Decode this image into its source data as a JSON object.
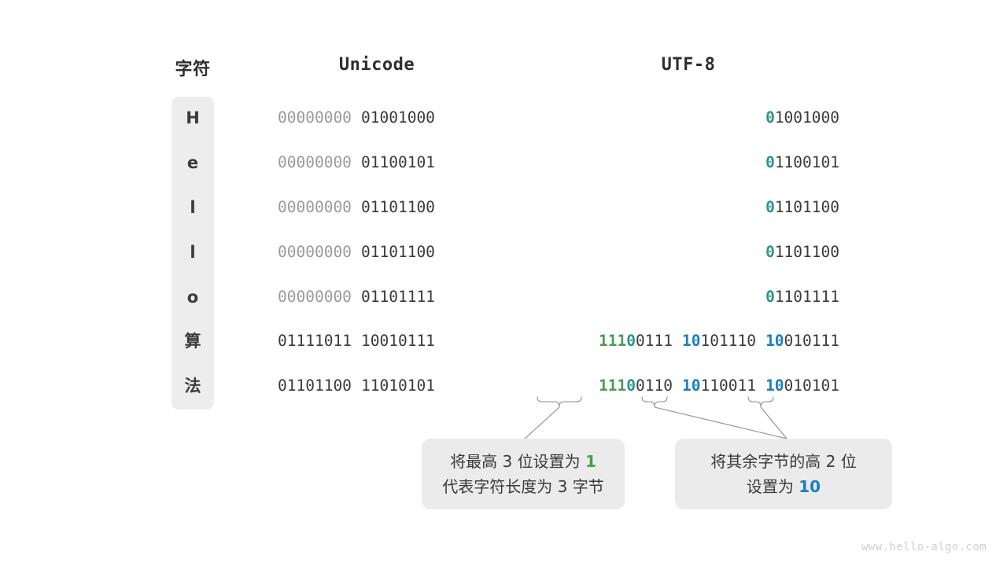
{
  "headers": {
    "char": "字符",
    "unicode": "Unicode",
    "utf8": "UTF-8"
  },
  "colors": {
    "green": "#4d9a55",
    "blue": "#1a7fc2",
    "teal": "#2a9585",
    "dim": "#9a9a9a",
    "dark": "#3a3a3a",
    "panel": "#ededed",
    "callout_bg": "#ebebeb"
  },
  "rows": [
    {
      "char": "H",
      "unicode": {
        "byte1": "00000000",
        "byte2": "01001000"
      },
      "utf8": {
        "bytes": 1,
        "b1_prefix": "0",
        "b1_rest": "1001000"
      }
    },
    {
      "char": "e",
      "unicode": {
        "byte1": "00000000",
        "byte2": "01100101"
      },
      "utf8": {
        "bytes": 1,
        "b1_prefix": "0",
        "b1_rest": "1100101"
      }
    },
    {
      "char": "l",
      "unicode": {
        "byte1": "00000000",
        "byte2": "01101100"
      },
      "utf8": {
        "bytes": 1,
        "b1_prefix": "0",
        "b1_rest": "1101100"
      }
    },
    {
      "char": "l",
      "unicode": {
        "byte1": "00000000",
        "byte2": "01101100"
      },
      "utf8": {
        "bytes": 1,
        "b1_prefix": "0",
        "b1_rest": "1101100"
      }
    },
    {
      "char": "o",
      "unicode": {
        "byte1": "00000000",
        "byte2": "01101111"
      },
      "utf8": {
        "bytes": 1,
        "b1_prefix": "0",
        "b1_rest": "1101111"
      }
    },
    {
      "char": "算",
      "unicode": {
        "byte1": "01111011",
        "byte2": "10010111"
      },
      "utf8": {
        "bytes": 3,
        "b1_len": "111",
        "b1_zero": "0",
        "b1_rest": "0111",
        "b2_prefix": "10",
        "b2_rest": "101110",
        "b3_prefix": "10",
        "b3_rest": "010111"
      }
    },
    {
      "char": "法",
      "unicode": {
        "byte1": "01101100",
        "byte2": "11010101"
      },
      "utf8": {
        "bytes": 3,
        "b1_len": "111",
        "b1_zero": "0",
        "b1_rest": "0110",
        "b2_prefix": "10",
        "b2_rest": "110011",
        "b3_prefix": "10",
        "b3_rest": "010101"
      }
    }
  ],
  "callouts": [
    {
      "line1_pre": "将最高 3 位设置为 ",
      "line1_em": "1",
      "line1_post": "",
      "line2_pre": "代表字符长度为 3 字节",
      "line2_em": "",
      "line2_post": ""
    },
    {
      "line1_pre": "将其余字节的高 2 位",
      "line1_em": "",
      "line1_post": "",
      "line2_pre": "设置为 ",
      "line2_em": "10",
      "line2_post": ""
    }
  ],
  "watermark": "www.hello-algo.com"
}
